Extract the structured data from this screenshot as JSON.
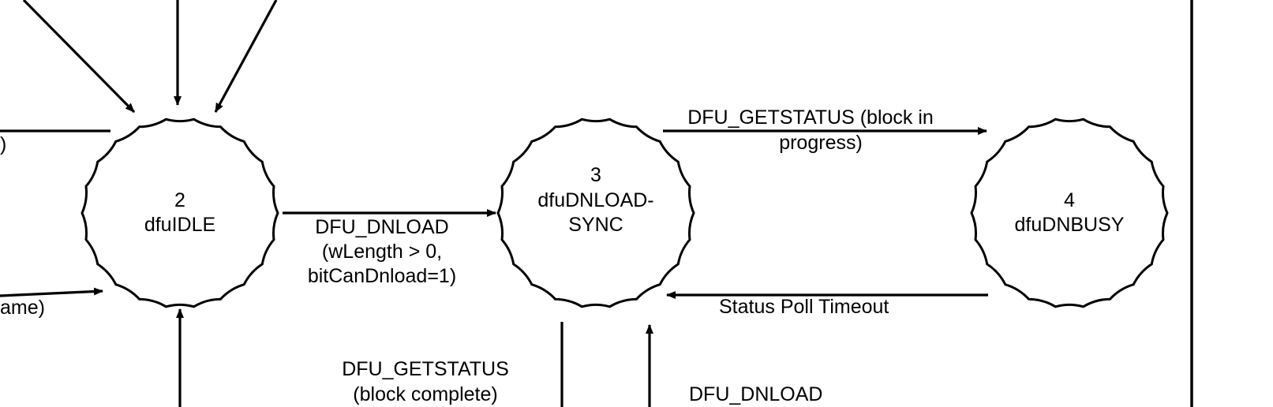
{
  "states": {
    "idle": {
      "number": "2",
      "name": "dfuIDLE"
    },
    "sync": {
      "number": "3",
      "name_line1": "dfuDNLOAD-",
      "name_line2": "SYNC"
    },
    "busy": {
      "number": "4",
      "name": "dfuDNBUSY"
    }
  },
  "transitions": {
    "idle_to_sync": {
      "line1": "DFU_DNLOAD",
      "line2": "(wLength > 0,",
      "line3": "bitCanDnload=1)"
    },
    "sync_to_busy": {
      "line1": "DFU_GETSTATUS (block in",
      "line2": "progress)"
    },
    "busy_to_sync": {
      "line1": "Status Poll Timeout"
    },
    "sync_to_idle_bottom": {
      "line1": "DFU_GETSTATUS",
      "line2": "(block complete)"
    },
    "into_sync_bottom": {
      "line1": "DFU_DNLOAD"
    },
    "left_partial_top": {
      "line1": ")"
    },
    "left_partial_bottom": {
      "line1": "ame)"
    }
  },
  "colors": {
    "stroke": "#000000",
    "background": "#ffffff"
  }
}
